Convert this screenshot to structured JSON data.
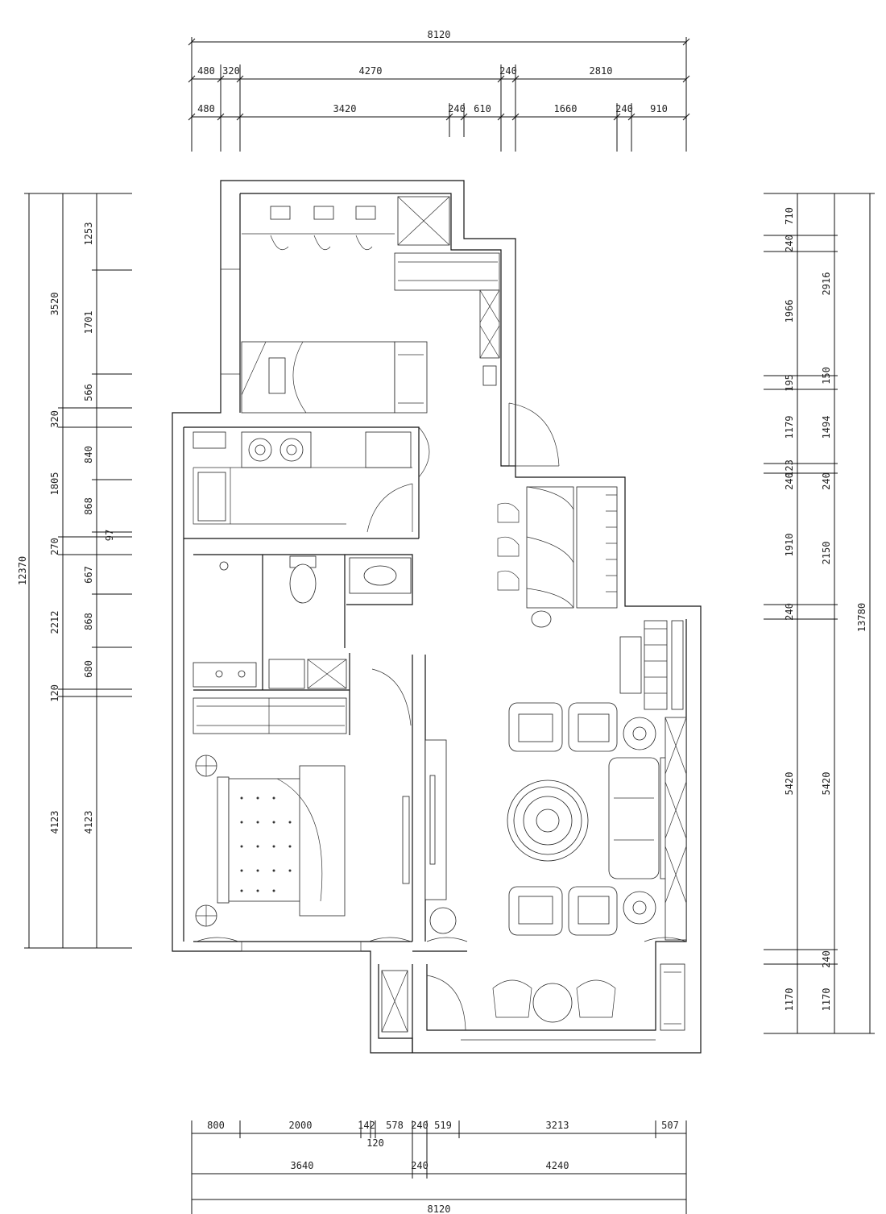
{
  "dims": {
    "top_total": "8120",
    "top_row1": [
      "480",
      "320",
      "4270",
      "240",
      "2810"
    ],
    "top_row2": [
      "480",
      "3420",
      "240",
      "610",
      "1660",
      "240",
      "910"
    ],
    "left_outer": "12370",
    "left_mid": [
      "3520",
      "320",
      "1805",
      "270",
      "2212",
      "120",
      "4123"
    ],
    "left_inner": [
      "1253",
      "1701",
      "566",
      "840",
      "868",
      "97",
      "667",
      "868",
      "680",
      "4123"
    ],
    "right_inner": [
      "710",
      "240",
      "1966",
      "195",
      "1179",
      "123",
      "240",
      "1910",
      "240",
      "5420",
      "240",
      "1170"
    ],
    "right_mid": [
      "2916",
      "150",
      "1494",
      "240",
      "2150",
      "5420",
      "240",
      "1170"
    ],
    "right_outer": "13780",
    "bottom_row1": [
      "800",
      "2000",
      "142",
      "578",
      "240",
      "519",
      "3213",
      "507"
    ],
    "bottom_row1_sub": "120",
    "bottom_row2": [
      "3640",
      "240",
      "4240"
    ],
    "bottom_total": "8120"
  }
}
